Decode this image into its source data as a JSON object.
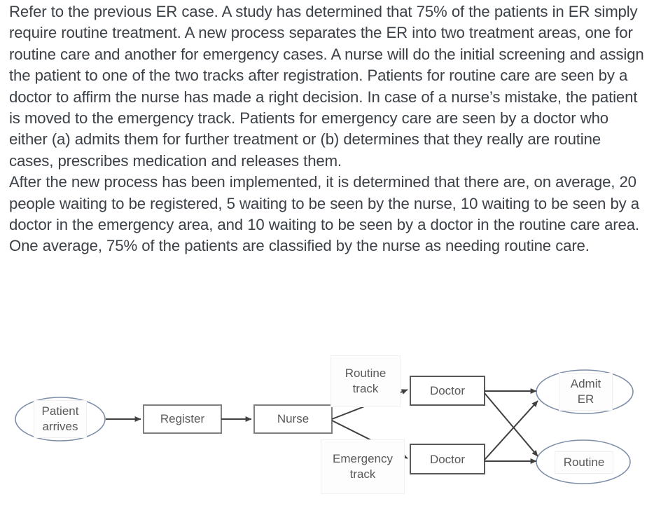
{
  "statement": {
    "paragraphs": [
      "Refer to the previous ER case. A study has determined that 75% of the patients in ER simply require routine treatment. A new process separates the ER into two treatment areas, one for routine care and another for emergency cases. A nurse will do the initial screening and assign the patient to one of the two tracks after registration. Patients for routine care are seen by a doctor to affirm the nurse has made a right decision. In case of a nurse’s mistake, the patient is moved to the emergency track. Patients for emergency care are seen by a doctor who either (a) admits them for further treatment or (b) determines that they really are routine cases, prescribes medication and releases them.",
      "After the new process has been implemented, it is determined that there are, on average, 20 people waiting to be registered, 5 waiting to be seen by the nurse, 10 waiting to be seen by a doctor in the emergency area, and 10 waiting to be seen by a doctor in the routine care area. One average, 75% of the patients are classified by the nurse as needing routine care."
    ]
  },
  "diagram": {
    "title": "ER patient flow process diagram",
    "colors": {
      "ellipse_stroke": "#7f8fa8",
      "box_stroke": "#808080",
      "arrow": "#404040",
      "label_text": "#595959",
      "label_box_stroke": "#f0f0f0"
    },
    "nodes": [
      {
        "id": "patient-arrives",
        "shape": "ellipse",
        "label": "Patient\narrives"
      },
      {
        "id": "register",
        "shape": "rect",
        "label": "Register"
      },
      {
        "id": "nurse",
        "shape": "rect",
        "label": "Nurse"
      },
      {
        "id": "routine-track",
        "shape": "label",
        "label": "Routine\ntrack"
      },
      {
        "id": "emergency-track",
        "shape": "label",
        "label": "Emergency\ntrack"
      },
      {
        "id": "doctor-routine",
        "shape": "rect",
        "label": "Doctor"
      },
      {
        "id": "doctor-emergency",
        "shape": "rect",
        "label": "Doctor"
      },
      {
        "id": "admit-er",
        "shape": "ellipse",
        "label": "Admit\nER"
      },
      {
        "id": "routine-out",
        "shape": "ellipse",
        "label": "Routine"
      }
    ],
    "edges": [
      {
        "from": "patient-arrives",
        "to": "register"
      },
      {
        "from": "register",
        "to": "nurse"
      },
      {
        "from": "nurse",
        "to": "doctor-routine"
      },
      {
        "from": "nurse",
        "to": "doctor-emergency"
      },
      {
        "from": "doctor-routine",
        "to": "admit-er"
      },
      {
        "from": "doctor-routine",
        "to": "routine-out"
      },
      {
        "from": "doctor-emergency",
        "to": "admit-er"
      },
      {
        "from": "doctor-emergency",
        "to": "routine-out"
      }
    ]
  }
}
